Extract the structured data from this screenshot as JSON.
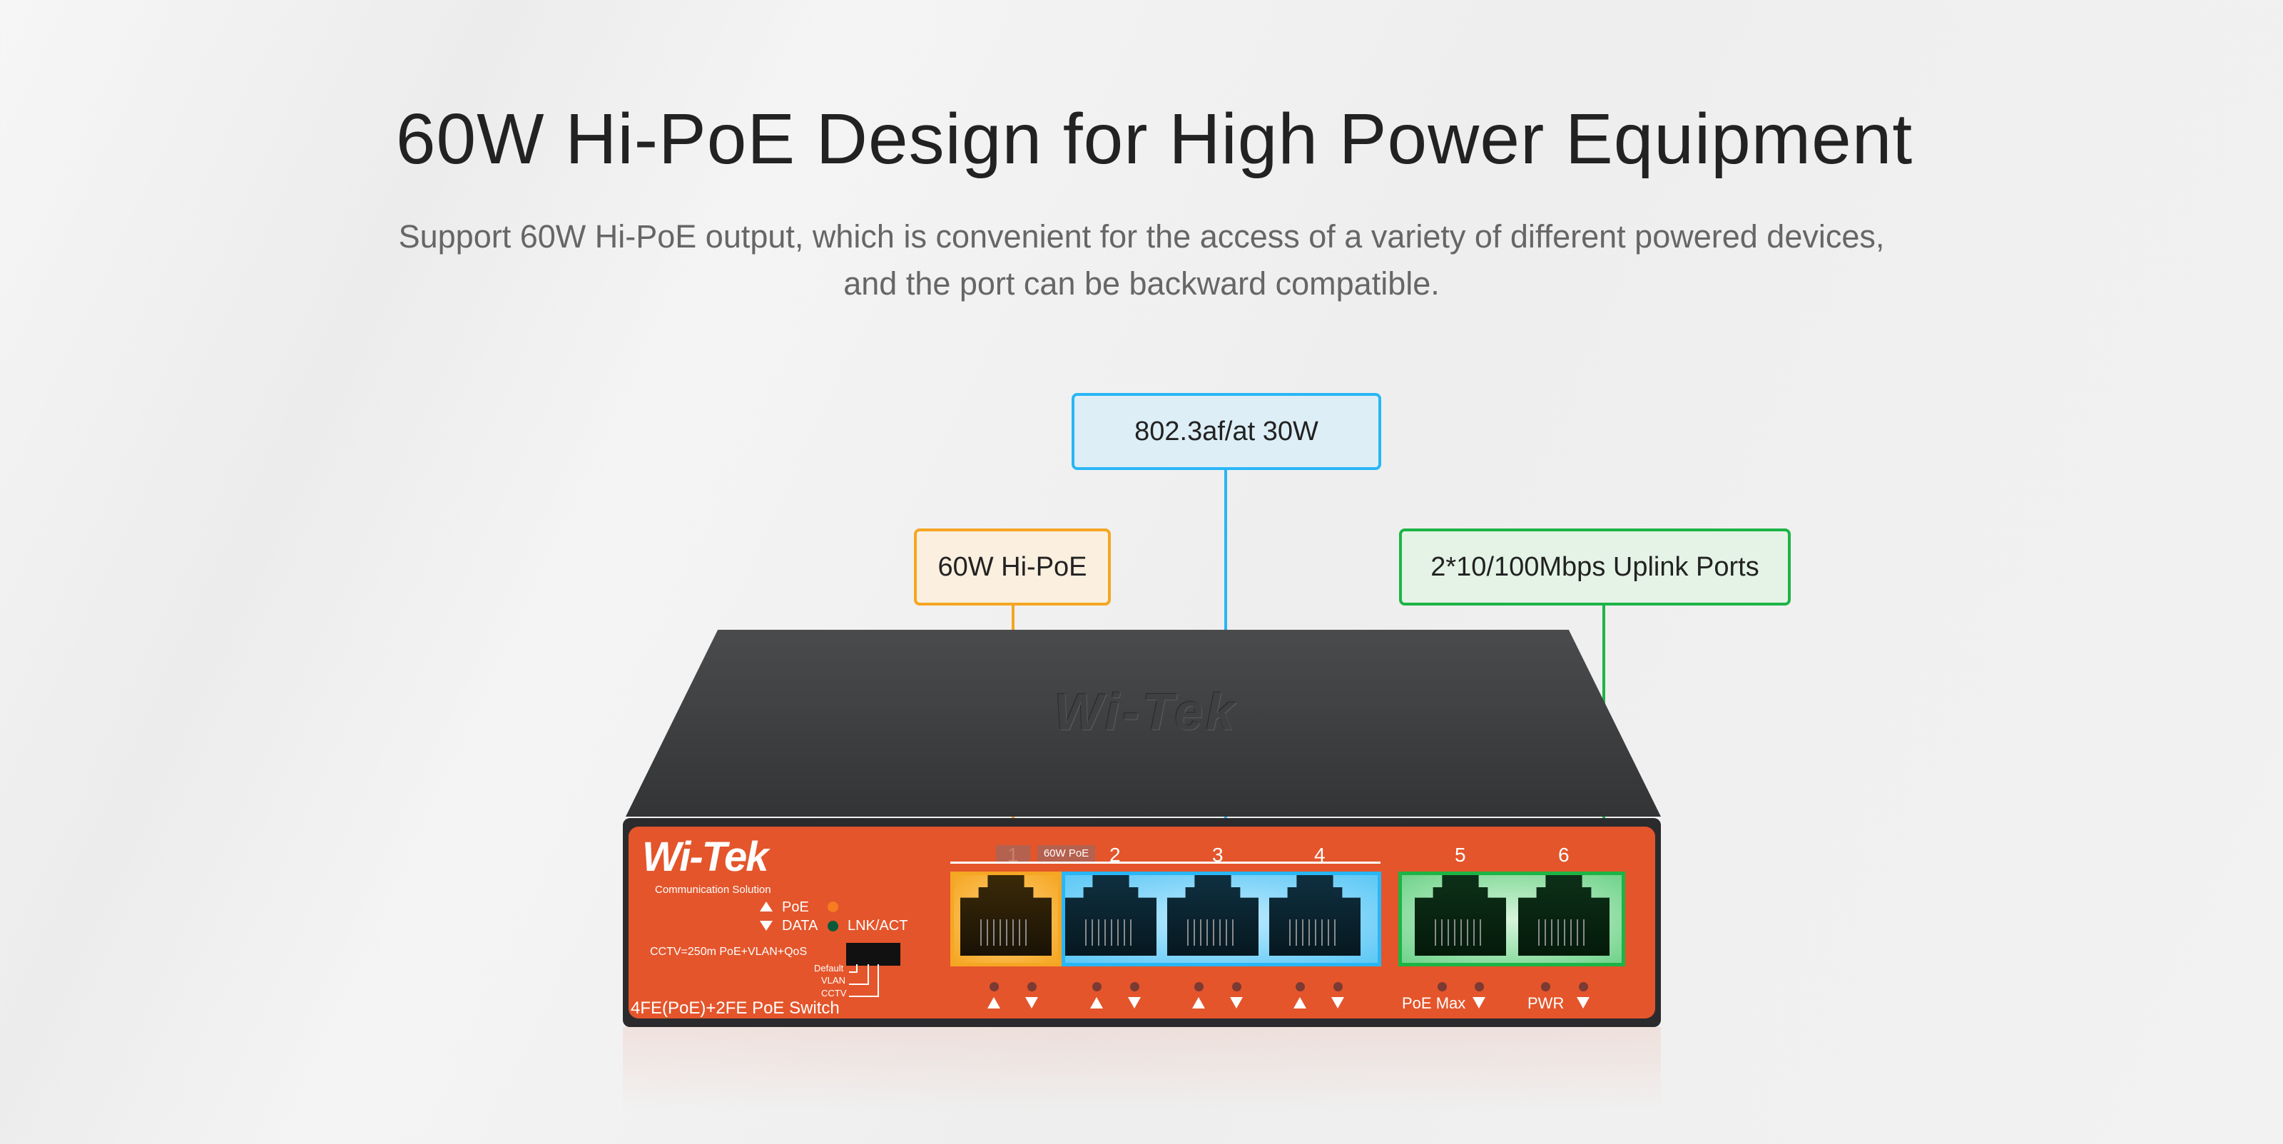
{
  "header": {
    "title": "60W Hi-PoE Design for High Power Equipment",
    "subtitle_lines": [
      "Support 60W Hi-PoE output, which is convenient for the access of a variety of different powered devices,",
      "and the port can be backward compatible."
    ]
  },
  "callouts": {
    "standard": "802.3af/at 30W",
    "hipoe": "60W Hi-PoE",
    "uplink": "2*10/100Mbps Uplink Ports"
  },
  "colors": {
    "orange": "#f5a623",
    "blue": "#29b6f6",
    "green": "#1db446",
    "panel": "#e4552b"
  },
  "device": {
    "brand": "Wi-Tek",
    "tagline": "Communication Solution",
    "legend": {
      "poe": "PoE",
      "data": "DATA",
      "lnk": "LNK/ACT"
    },
    "mode_label": "CCTV=250m PoE+VLAN+QoS",
    "modes": [
      "Default",
      "VLAN",
      "CCTV"
    ],
    "model": "4FE(PoE)+2FE PoE Switch",
    "port_numbers": [
      "1",
      "2",
      "3",
      "4",
      "5",
      "6"
    ],
    "hipoe_tag": "60W PoE",
    "poe_max": "PoE Max",
    "pwr": "PWR"
  }
}
